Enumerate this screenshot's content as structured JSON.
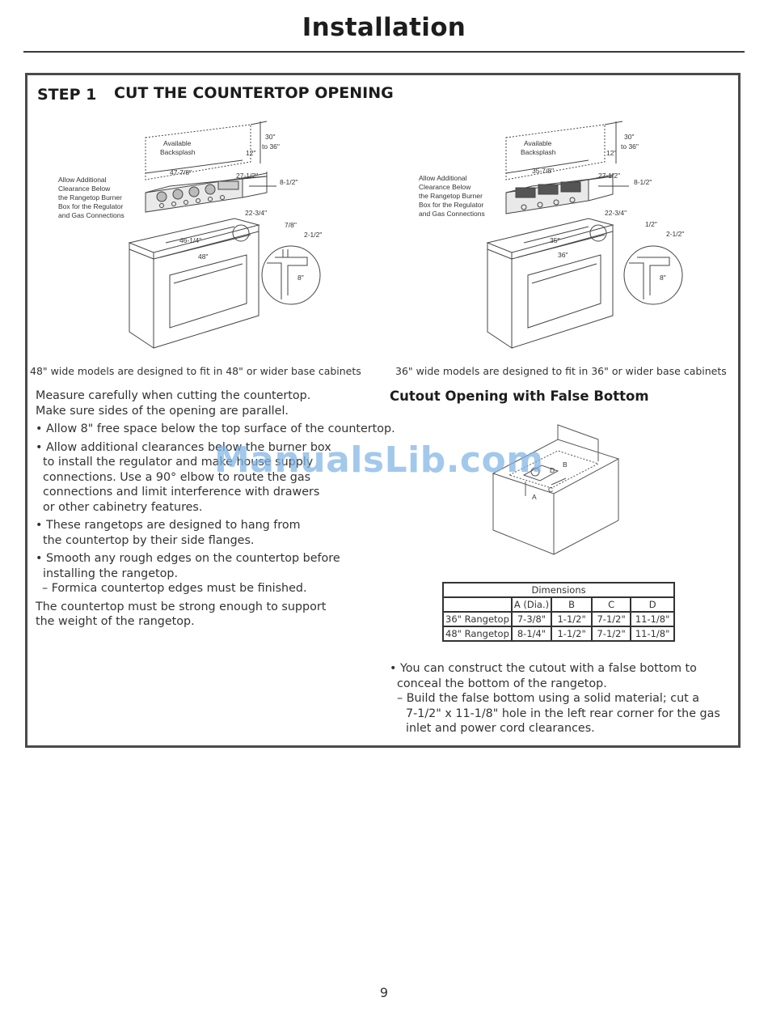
{
  "header": {
    "title": "Installation"
  },
  "step": {
    "number": "STEP 1",
    "heading": "CUT THE COUNTERTOP OPENING"
  },
  "figure_48": {
    "available_backsplash": [
      "Available",
      "Backsplash"
    ],
    "height_range": [
      "30\"",
      "to 36\""
    ],
    "backsplash_height": "12\"",
    "top_width": "47-7/8\"",
    "depth": "27-1/2\"",
    "box_height": "8-1/2\"",
    "cutout_depth": "22-3/4\"",
    "cutout_inner": "46-1/4\"",
    "cabinet_width": "48\"",
    "flange": "7/8\"",
    "edge": "2-1/2\"",
    "clearance": "8\"",
    "note": [
      "Allow Additional",
      "Clearance Below",
      "the Rangetop Burner",
      "Box for the Regulator",
      "and Gas Connections"
    ],
    "caption": "48\" wide models are designed to fit in 48\" or wider base cabinets"
  },
  "figure_36": {
    "available_backsplash": [
      "Available",
      "Backsplash"
    ],
    "height_range": [
      "30\"",
      "to 36\""
    ],
    "backsplash_height": "12\"",
    "top_width": "35-7/8\"",
    "depth": "27-1/2\"",
    "box_height": "8-1/2\"",
    "cutout_depth": "22-3/4\"",
    "cutout_inner": "35\"",
    "cabinet_width": "36\"",
    "flange": "1/2\"",
    "edge": "2-1/2\"",
    "clearance": "8\"",
    "note": [
      "Allow Additional",
      "Clearance Below",
      "the Rangetop Burner",
      "Box for the Regulator",
      "and Gas Connections"
    ],
    "caption": "36\" wide models are designed to fit in 36\" or wider base cabinets"
  },
  "left_text": {
    "intro1": "Measure carefully when cutting the countertop.",
    "intro2": "Make sure sides of the opening are parallel.",
    "b1": "• Allow 8\" free space below the top surface of the countertop.",
    "b2_1": "• Allow additional clearances below the burner box",
    "b2_2": "to install the regulator and make house supply",
    "b2_3": "connections. Use a 90° elbow to route the gas",
    "b2_4": "connections and limit interference with drawers",
    "b2_5": "or other cabinetry features.",
    "b3_1": "• These rangetops are designed to hang from",
    "b3_2": "the countertop by their side flanges.",
    "b4_1": "• Smooth any rough edges on the countertop before",
    "b4_2": "installing the rangetop.",
    "b4_sub": "– Formica countertop edges must be finished.",
    "closing1": "The countertop must be strong enough to support",
    "closing2": "the weight of the rangetop."
  },
  "right_section": {
    "heading": "Cutout Opening with False Bottom",
    "fig_labels": {
      "a": "A",
      "b": "B",
      "c": "C",
      "d": "D"
    },
    "table": {
      "title": "Dimensions",
      "headers": [
        "",
        "A (Dia.)",
        "B",
        "C",
        "D"
      ],
      "rows": [
        [
          "36\" Rangetop",
          "7-3/8\"",
          "1-1/2\"",
          "7-1/2\"",
          "11-1/8\""
        ],
        [
          "48\" Rangetop",
          "8-1/4\"",
          "1-1/2\"",
          "7-1/2\"",
          "11-1/8\""
        ]
      ]
    },
    "b1_1": "• You can construct the cutout with a false bottom to",
    "b1_2": "conceal the bottom of the rangetop.",
    "sub1_1": "– Build the false bottom using a solid material; cut a",
    "sub1_2": "7-1/2\" x 11-1/8\" hole in the left rear corner for the gas",
    "sub1_3": "inlet and power cord clearances."
  },
  "watermark": "ManualsLib.com",
  "footer": {
    "page_number": "9"
  }
}
